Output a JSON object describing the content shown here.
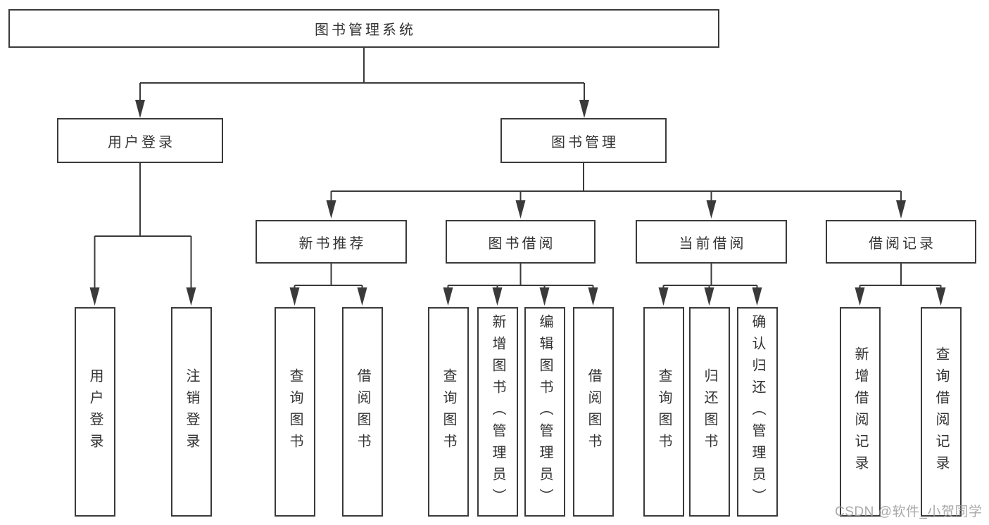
{
  "diagram": {
    "root": {
      "label": "图书管理系统"
    },
    "level2": [
      {
        "label": "用户登录"
      },
      {
        "label": "图书管理"
      }
    ],
    "level3": [
      {
        "label": "新书推荐"
      },
      {
        "label": "图书借阅"
      },
      {
        "label": "当前借阅"
      },
      {
        "label": "借阅记录"
      }
    ],
    "leaves": [
      {
        "label": "用户登录"
      },
      {
        "label": "注销登录"
      },
      {
        "label": "查询图书"
      },
      {
        "label": "借阅图书"
      },
      {
        "label": "查询图书"
      },
      {
        "label": "新增图书（管理员）"
      },
      {
        "label": "编辑图书（管理员）"
      },
      {
        "label": "借阅图书"
      },
      {
        "label": "查询图书"
      },
      {
        "label": "归还图书"
      },
      {
        "label": "确认归还（管理员）"
      },
      {
        "label": "新增借阅记录"
      },
      {
        "label": "查询借阅记录"
      }
    ],
    "colors": {
      "line": "#3a3a3a",
      "text": "#333333",
      "watermark": "#9a9a9a",
      "background": "#ffffff"
    },
    "watermark": "CSDN @软件_小贺同学"
  }
}
